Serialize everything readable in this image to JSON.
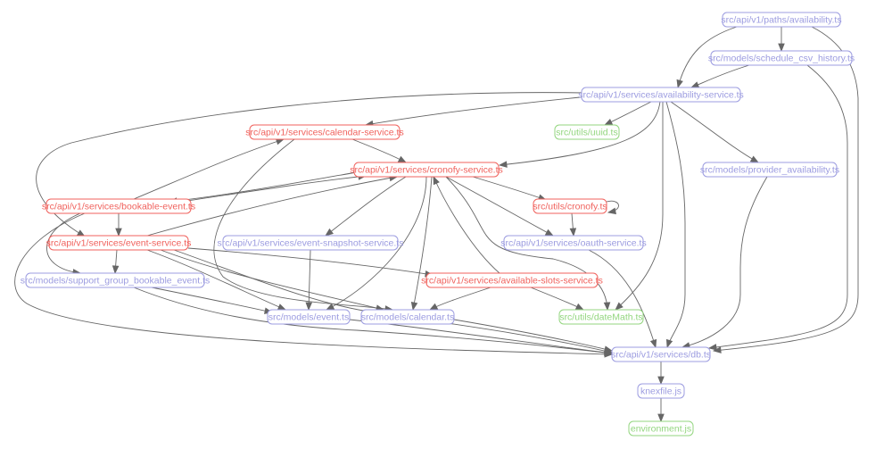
{
  "title": "Module dependency graph",
  "colors": {
    "circular": "#f0625d",
    "regular": "#9c9ce0",
    "leaf": "#93d67f",
    "edge": "#666666"
  },
  "nodes": [
    {
      "id": "paths_availability",
      "label": "src/api/v1/paths/availability.ts",
      "kind": "regular"
    },
    {
      "id": "schedule_csv_history",
      "label": "src/models/schedule_csv_history.ts",
      "kind": "regular"
    },
    {
      "id": "availability_service",
      "label": "src/api/v1/services/availability-service.ts",
      "kind": "regular"
    },
    {
      "id": "calendar_service",
      "label": "src/api/v1/services/calendar-service.ts",
      "kind": "circular"
    },
    {
      "id": "uuid",
      "label": "src/utils/uuid.ts",
      "kind": "leaf"
    },
    {
      "id": "cronofy_service",
      "label": "src/api/v1/services/cronofy-service.ts",
      "kind": "circular"
    },
    {
      "id": "provider_availability",
      "label": "src/models/provider_availability.ts",
      "kind": "regular"
    },
    {
      "id": "bookable_event",
      "label": "src/api/v1/services/bookable-event.ts",
      "kind": "circular"
    },
    {
      "id": "cronofy",
      "label": "src/utils/cronofy.ts",
      "kind": "circular"
    },
    {
      "id": "event_service",
      "label": "src/api/v1/services/event-service.ts",
      "kind": "circular"
    },
    {
      "id": "event_snapshot_service",
      "label": "src/api/v1/services/event-snapshot-service.ts",
      "kind": "regular"
    },
    {
      "id": "oauth_service",
      "label": "src/api/v1/services/oauth-service.ts",
      "kind": "regular"
    },
    {
      "id": "support_group_bookable_event",
      "label": "src/models/support_group_bookable_event.ts",
      "kind": "regular"
    },
    {
      "id": "available_slots_service",
      "label": "src/api/v1/services/available-slots-service.ts",
      "kind": "circular"
    },
    {
      "id": "event_model",
      "label": "src/models/event.ts",
      "kind": "regular"
    },
    {
      "id": "calendar_model",
      "label": "src/models/calendar.ts",
      "kind": "regular"
    },
    {
      "id": "datemath",
      "label": "src/utils/dateMath.ts",
      "kind": "leaf"
    },
    {
      "id": "db",
      "label": "src/api/v1/services/db.ts",
      "kind": "regular"
    },
    {
      "id": "knexfile",
      "label": "knexfile.js",
      "kind": "regular"
    },
    {
      "id": "environment",
      "label": "environment.js",
      "kind": "leaf"
    }
  ],
  "edges": [
    {
      "from": "paths_availability",
      "to": "schedule_csv_history"
    },
    {
      "from": "paths_availability",
      "to": "availability_service"
    },
    {
      "from": "paths_availability",
      "to": "db"
    },
    {
      "from": "schedule_csv_history",
      "to": "availability_service"
    },
    {
      "from": "schedule_csv_history",
      "to": "db"
    },
    {
      "from": "availability_service",
      "to": "calendar_service"
    },
    {
      "from": "availability_service",
      "to": "uuid"
    },
    {
      "from": "availability_service",
      "to": "cronofy_service"
    },
    {
      "from": "availability_service",
      "to": "provider_availability"
    },
    {
      "from": "availability_service",
      "to": "event_service"
    },
    {
      "from": "availability_service",
      "to": "datemath"
    },
    {
      "from": "availability_service",
      "to": "db"
    },
    {
      "from": "calendar_service",
      "to": "cronofy_service"
    },
    {
      "from": "calendar_service",
      "to": "calendar_model"
    },
    {
      "from": "provider_availability",
      "to": "db"
    },
    {
      "from": "cronofy_service",
      "to": "bookable_event"
    },
    {
      "from": "cronofy_service",
      "to": "cronofy"
    },
    {
      "from": "cronofy_service",
      "to": "event_snapshot_service"
    },
    {
      "from": "cronofy_service",
      "to": "oauth_service"
    },
    {
      "from": "cronofy_service",
      "to": "event_model"
    },
    {
      "from": "cronofy_service",
      "to": "calendar_model"
    },
    {
      "from": "cronofy_service",
      "to": "datemath"
    },
    {
      "from": "bookable_event",
      "to": "cronofy_service"
    },
    {
      "from": "bookable_event",
      "to": "calendar_service"
    },
    {
      "from": "bookable_event",
      "to": "event_service"
    },
    {
      "from": "bookable_event",
      "to": "support_group_bookable_event"
    },
    {
      "from": "bookable_event",
      "to": "db"
    },
    {
      "from": "cronofy",
      "to": "cronofy"
    },
    {
      "from": "cronofy",
      "to": "oauth_service"
    },
    {
      "from": "event_service",
      "to": "cronofy_service"
    },
    {
      "from": "event_service",
      "to": "support_group_bookable_event"
    },
    {
      "from": "event_service",
      "to": "available_slots_service"
    },
    {
      "from": "event_service",
      "to": "event_model"
    },
    {
      "from": "event_service",
      "to": "calendar_model"
    },
    {
      "from": "event_service",
      "to": "db"
    },
    {
      "from": "event_snapshot_service",
      "to": "event_model"
    },
    {
      "from": "oauth_service",
      "to": "db"
    },
    {
      "from": "support_group_bookable_event",
      "to": "event_model"
    },
    {
      "from": "support_group_bookable_event",
      "to": "db"
    },
    {
      "from": "available_slots_service",
      "to": "cronofy_service"
    },
    {
      "from": "available_slots_service",
      "to": "calendar_model"
    },
    {
      "from": "available_slots_service",
      "to": "datemath"
    },
    {
      "from": "event_model",
      "to": "db"
    },
    {
      "from": "calendar_model",
      "to": "db"
    },
    {
      "from": "db",
      "to": "knexfile"
    },
    {
      "from": "knexfile",
      "to": "environment"
    }
  ]
}
